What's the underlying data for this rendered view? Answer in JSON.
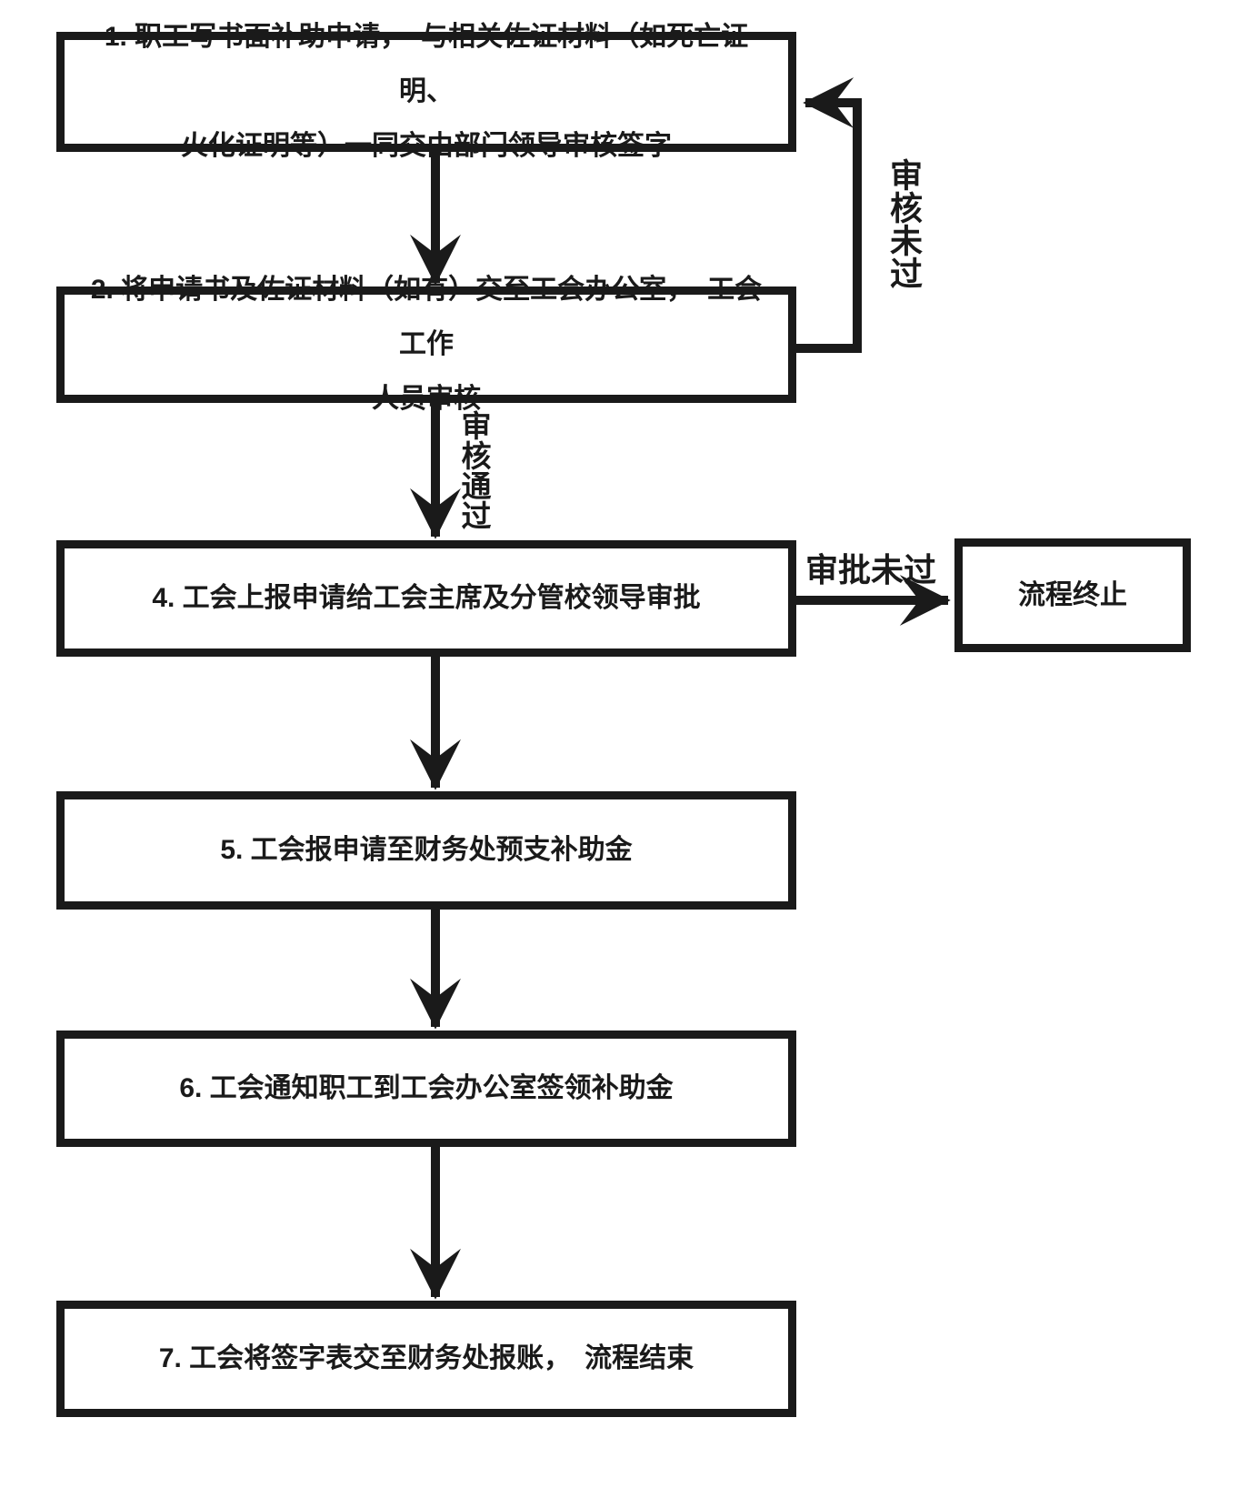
{
  "diagram": {
    "title_semantic": "union-subsidy-application-flowchart",
    "colors": {
      "line": "#1a1a1a",
      "background": "#ffffff"
    },
    "boxes": {
      "step1": {
        "text": "1. 职工写书面补助申请，　与相关佐证材料（如死亡证明、\n火化证明等）一同交由部门领导审核签字"
      },
      "step2": {
        "text": "2. 将申请书及佐证材料（如有）交至工会办公室，　工会工作\n人员审核"
      },
      "step4": {
        "text": "4. 工会上报申请给工会主席及分管校领导审批"
      },
      "step5": {
        "text": "5. 工会报申请至财务处预支补助金"
      },
      "step6": {
        "text": "6. 工会通知职工到工会办公室签领补助金"
      },
      "step7": {
        "text": "7. 工会将签字表交至财务处报账，　流程结束"
      },
      "terminate": {
        "text": "流程终止"
      }
    },
    "labels": {
      "review_failed": "审核未过",
      "review_passed": "审核通过",
      "approval_failed": "审批未过"
    }
  }
}
